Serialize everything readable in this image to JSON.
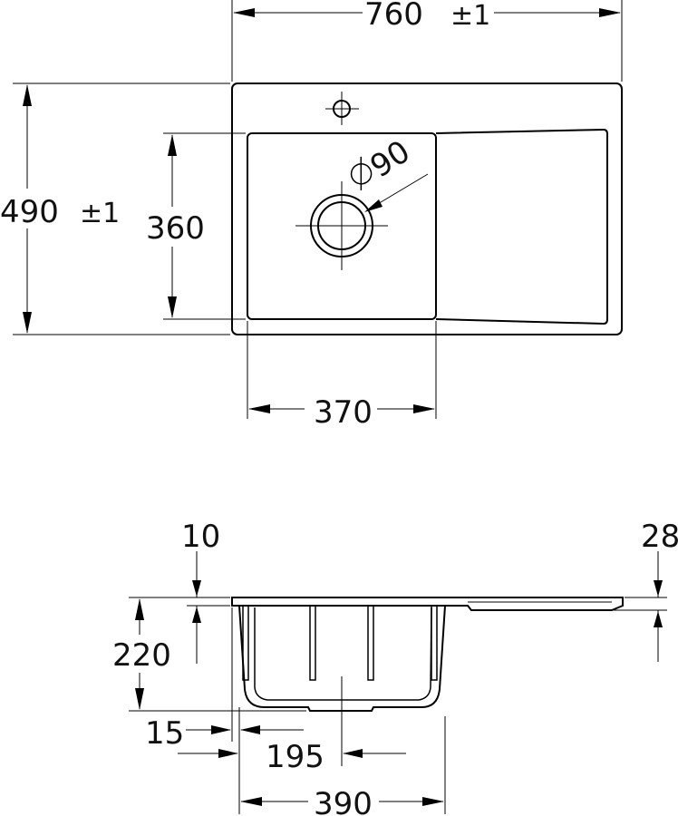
{
  "colors": {
    "line": "#000000",
    "text": "#111111",
    "background": "#ffffff"
  },
  "top_view": {
    "overall_width": "760",
    "overall_width_tolerance": "±1",
    "overall_depth": "490",
    "overall_depth_tolerance": "±1",
    "bowl_depth": "360",
    "bowl_width": "370",
    "drain_diameter": "90"
  },
  "side_view": {
    "rim_thickness": "10",
    "drainboard_height": "28",
    "bowl_height": "220",
    "wall_offset": "15",
    "drain_offset": "195",
    "bowl_width": "390"
  }
}
